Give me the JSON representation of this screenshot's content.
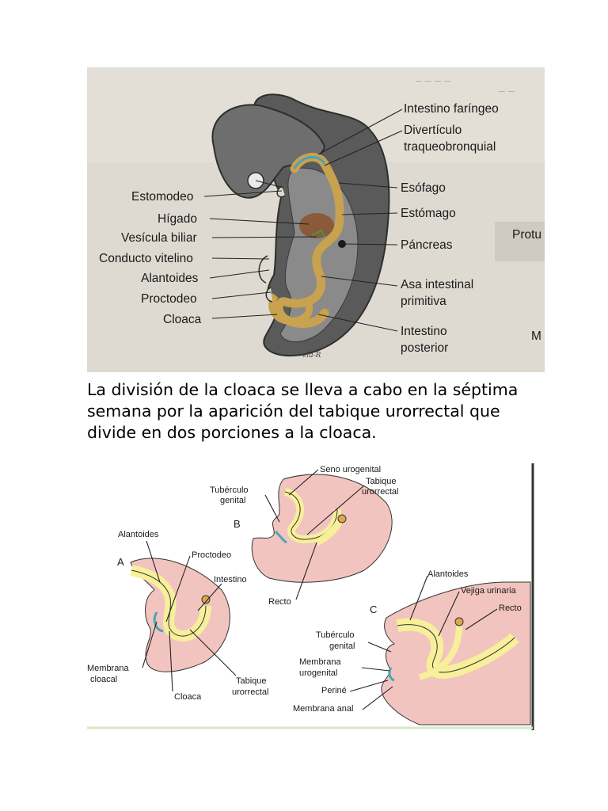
{
  "figure1": {
    "labels": {
      "intestino_faringeo": "Intestino faríngeo",
      "diverticulo_1": "Divertículo",
      "diverticulo_2": "traqueobronquial",
      "estomodeo": "Estomodeo",
      "higado": "Hígado",
      "esofago": "Esófago",
      "estomago": "Estómago",
      "vesicula": "Vesícula biliar",
      "pancreas": "Páncreas",
      "conducto_vitelino": "Conducto vitelino",
      "alantoides": "Alantoides",
      "asa_1": "Asa intestinal",
      "asa_2": "primitiva",
      "proctodeo": "Proctodeo",
      "cloaca": "Cloaca",
      "posterior_1": "Intestino",
      "posterior_2": "posterior",
      "protu": "Protu",
      "m": "M",
      "signature": "ela-R"
    }
  },
  "caption": {
    "line1": "La división de la cloaca se lleva a cabo en la séptima",
    "line2": "semana por la aparición del tabique urorrectal que",
    "line3": "divide en dos porciones a la cloaca."
  },
  "figure2": {
    "a": {
      "letter": "A",
      "alantoides": "Alantoides",
      "proctodeo": "Proctodeo",
      "intestino": "Intestino",
      "membrana_1": "Membrana",
      "membrana_2": "cloacal",
      "cloaca": "Cloaca",
      "tabique_1": "Tabique",
      "tabique_2": "urorrectal"
    },
    "b": {
      "letter": "B",
      "seno": "Seno urogenital",
      "tuberculo_1": "Tubérculo",
      "tuberculo_2": "genital",
      "tabique_1": "Tabique",
      "tabique_2": "urorrectal",
      "recto": "Recto"
    },
    "c": {
      "letter": "C",
      "alantoides": "Alantoides",
      "vejiga": "Vejiga urinaria",
      "recto": "Recto",
      "tuberculo_1": "Tubérculo",
      "tuberculo_2": "genital",
      "membrana_uro_1": "Membrana",
      "membrana_uro_2": "urogenital",
      "perine": "Periné",
      "membrana_anal": "Membrana anal"
    }
  },
  "colors": {
    "photo_bg": "#dedad2",
    "embryo_dark": "#4a4a4a",
    "embryo_mid": "#6e6e6e",
    "endoderm": "#c8a24e",
    "liver": "#8a5a3a",
    "tissue_pink": "#f2c4c0",
    "endoderm_yellow": "#f7ef9a"
  }
}
